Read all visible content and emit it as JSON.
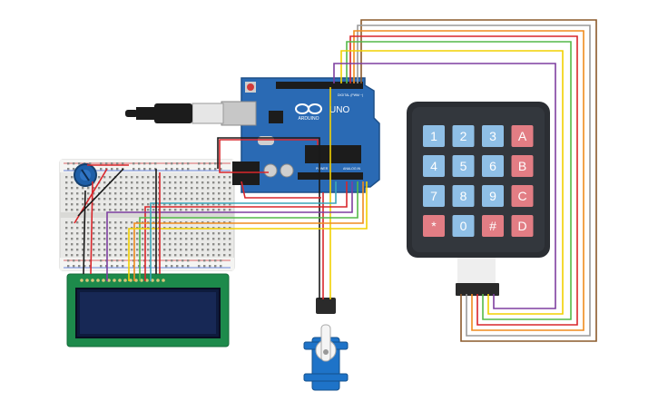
{
  "arduino": {
    "logo_text": "ARDUINO",
    "model_label": "UNO",
    "digital_label": "DIGITAL (PWM ~)",
    "power_label": "POWER",
    "analog_label": "ANALOG IN",
    "board_color": "#2a6ab4"
  },
  "keypad": {
    "keys": [
      {
        "label": "1",
        "kind": "num"
      },
      {
        "label": "2",
        "kind": "num"
      },
      {
        "label": "3",
        "kind": "num"
      },
      {
        "label": "A",
        "kind": "alpha"
      },
      {
        "label": "4",
        "kind": "num"
      },
      {
        "label": "5",
        "kind": "num"
      },
      {
        "label": "6",
        "kind": "num"
      },
      {
        "label": "B",
        "kind": "alpha"
      },
      {
        "label": "7",
        "kind": "num"
      },
      {
        "label": "8",
        "kind": "num"
      },
      {
        "label": "9",
        "kind": "num"
      },
      {
        "label": "C",
        "kind": "alpha"
      },
      {
        "label": "*",
        "kind": "alpha"
      },
      {
        "label": "0",
        "kind": "num"
      },
      {
        "label": "#",
        "kind": "alpha"
      },
      {
        "label": "D",
        "kind": "alpha"
      }
    ],
    "num_key_color": "#8fbfe6",
    "alpha_key_color": "#e27d84",
    "body_color": "#2b2e33"
  },
  "wire_colors": {
    "brown": "#8c5a2b",
    "grey": "#9a9a9a",
    "orange": "#f08c1e",
    "red": "#d9262b",
    "green": "#54b948",
    "yellow": "#f2d000",
    "purple": "#7e3fa0",
    "black": "#1a1a1a",
    "teal": "#3aa6b9"
  }
}
